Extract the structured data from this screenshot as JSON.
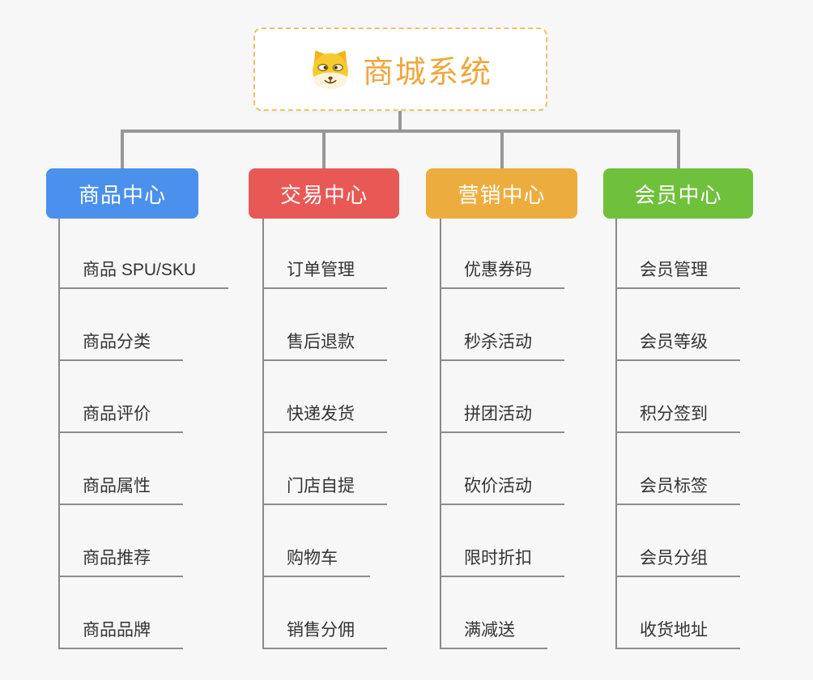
{
  "root": {
    "title": "商城系统",
    "title_color": "#f0a63c",
    "icon": "doge-dog-face"
  },
  "branches": [
    {
      "label": "商品中心",
      "color": "#4a90ec",
      "items": [
        "商品 SPU/SKU",
        "商品分类",
        "商品评价",
        "商品属性",
        "商品推荐",
        "商品品牌"
      ]
    },
    {
      "label": "交易中心",
      "color": "#e85955",
      "items": [
        "订单管理",
        "售后退款",
        "快递发货",
        "门店自提",
        "购物车",
        "销售分佣"
      ]
    },
    {
      "label": "营销中心",
      "color": "#edad3e",
      "items": [
        "优惠券码",
        "秒杀活动",
        "拼团活动",
        "砍价活动",
        "限时折扣",
        "满减送"
      ]
    },
    {
      "label": "会员中心",
      "color": "#6fc13c",
      "items": [
        "会员管理",
        "会员等级",
        "积分签到",
        "会员标签",
        "会员分组",
        "收货地址"
      ]
    }
  ],
  "colors": {
    "background": "#f7f7f7",
    "connector": "#979797",
    "underline": "#8c8c8c",
    "child_text": "#333333",
    "root_border": "#f3bd69"
  }
}
